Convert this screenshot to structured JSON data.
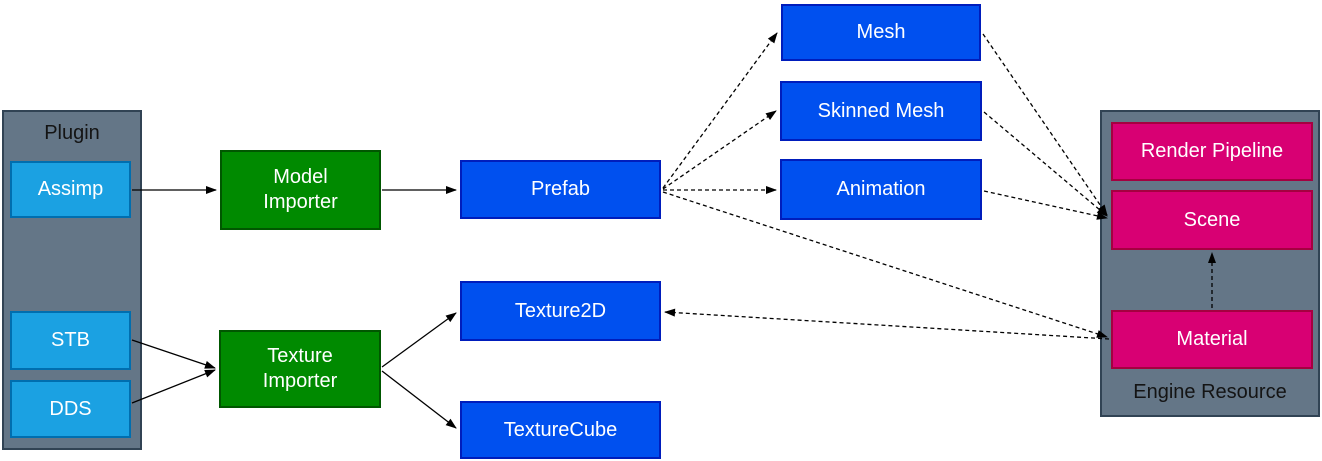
{
  "colors": {
    "cyan": {
      "fill": "#1BA1E2",
      "stroke": "#006EAF"
    },
    "green": {
      "fill": "#008A00",
      "stroke": "#005700"
    },
    "blue": {
      "fill": "#0050EF",
      "stroke": "#001DBC"
    },
    "magenta": {
      "fill": "#D80073",
      "stroke": "#A50040"
    },
    "container": {
      "fill": "#647687",
      "stroke": "#314354"
    },
    "edge": "#000000",
    "node_text": "#ffffff",
    "container_label_text": "#141414",
    "background": "#ffffff"
  },
  "containers": {
    "plugin": {
      "label": "Plugin"
    },
    "engine_resource": {
      "label": "Engine Resource"
    }
  },
  "nodes": {
    "assimp": {
      "label": "Assimp"
    },
    "stb": {
      "label": "STB"
    },
    "dds": {
      "label": "DDS"
    },
    "model_importer": {
      "label": "Model\nImporter"
    },
    "texture_importer": {
      "label": "Texture\nImporter"
    },
    "prefab": {
      "label": "Prefab"
    },
    "mesh": {
      "label": "Mesh"
    },
    "skinned_mesh": {
      "label": "Skinned Mesh"
    },
    "animation": {
      "label": "Animation"
    },
    "texture2d": {
      "label": "Texture2D"
    },
    "texturecube": {
      "label": "TextureCube"
    },
    "render_pipeline": {
      "label": "Render Pipeline"
    },
    "scene": {
      "label": "Scene"
    },
    "material": {
      "label": "Material"
    }
  },
  "edges": [
    {
      "from": "Assimp",
      "to": "Model Importer",
      "style": "solid"
    },
    {
      "from": "Model Importer",
      "to": "Prefab",
      "style": "solid"
    },
    {
      "from": "STB",
      "to": "Texture Importer",
      "style": "solid"
    },
    {
      "from": "DDS",
      "to": "Texture Importer",
      "style": "solid"
    },
    {
      "from": "Texture Importer",
      "to": "Texture2D",
      "style": "solid"
    },
    {
      "from": "Texture Importer",
      "to": "TextureCube",
      "style": "solid"
    },
    {
      "from": "Prefab",
      "to": "Mesh",
      "style": "dashed"
    },
    {
      "from": "Prefab",
      "to": "Skinned Mesh",
      "style": "dashed"
    },
    {
      "from": "Prefab",
      "to": "Animation",
      "style": "dashed"
    },
    {
      "from": "Prefab",
      "to": "Material",
      "style": "dashed"
    },
    {
      "from": "Mesh",
      "to": "Scene",
      "style": "dashed"
    },
    {
      "from": "Skinned Mesh",
      "to": "Scene",
      "style": "dashed"
    },
    {
      "from": "Animation",
      "to": "Scene",
      "style": "dashed"
    },
    {
      "from": "Material",
      "to": "Texture2D",
      "style": "dashed"
    },
    {
      "from": "Material",
      "to": "Scene",
      "style": "dashed"
    }
  ]
}
